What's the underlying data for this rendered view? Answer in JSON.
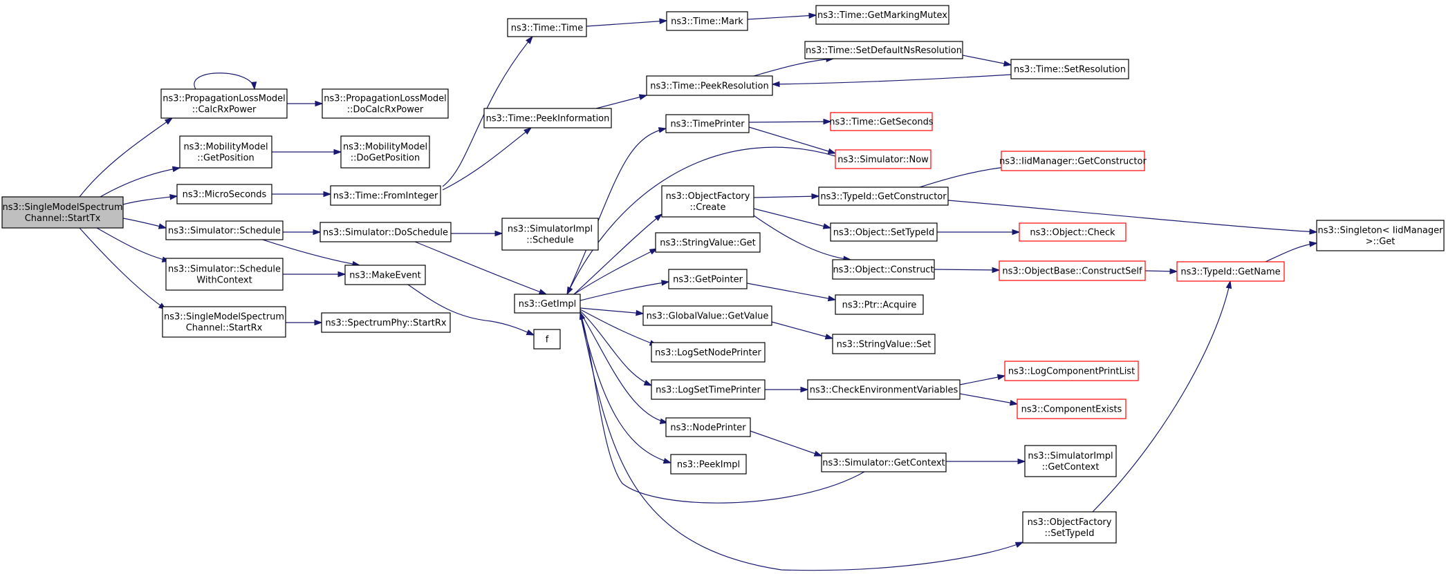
{
  "colors": {
    "edge": "#191970",
    "node_border": "#000000",
    "truncated_border": "#ff0000",
    "root_fill": "#bfbfbf",
    "node_fill": "#ffffff"
  },
  "nodes": [
    {
      "id": "root",
      "lines": [
        "ns3::SingleModelSpectrum",
        "Channel::StartTx"
      ],
      "style": "root"
    },
    {
      "id": "calcrx",
      "lines": [
        "ns3::PropagationLossModel",
        "::CalcRxPower"
      ]
    },
    {
      "id": "docalcrx",
      "lines": [
        "ns3::PropagationLossModel",
        "::DoCalcRxPower"
      ]
    },
    {
      "id": "getpos",
      "lines": [
        "ns3::MobilityModel",
        "::GetPosition"
      ]
    },
    {
      "id": "dogetpos",
      "lines": [
        "ns3::MobilityModel",
        "::DoGetPosition"
      ]
    },
    {
      "id": "micro",
      "lines": [
        "ns3::MicroSeconds"
      ]
    },
    {
      "id": "fromint",
      "lines": [
        "ns3::Time::FromInteger"
      ]
    },
    {
      "id": "schedule",
      "lines": [
        "ns3::Simulator::Schedule"
      ]
    },
    {
      "id": "doschedule",
      "lines": [
        "ns3::Simulator::DoSchedule"
      ]
    },
    {
      "id": "schedwc",
      "lines": [
        "ns3::Simulator::Schedule",
        "WithContext"
      ]
    },
    {
      "id": "makeevent",
      "lines": [
        "ns3::MakeEvent"
      ]
    },
    {
      "id": "startrx",
      "lines": [
        "ns3::SingleModelSpectrum",
        "Channel::StartRx"
      ]
    },
    {
      "id": "phystartrx",
      "lines": [
        "ns3::SpectrumPhy::StartRx"
      ]
    },
    {
      "id": "simimplsched",
      "lines": [
        "ns3::SimulatorImpl",
        "::Schedule"
      ]
    },
    {
      "id": "getimpl",
      "lines": [
        "ns3::GetImpl"
      ]
    },
    {
      "id": "f",
      "lines": [
        "f"
      ]
    },
    {
      "id": "timetime",
      "lines": [
        "ns3::Time::Time"
      ]
    },
    {
      "id": "peekinfo",
      "lines": [
        "ns3::Time::PeekInformation"
      ]
    },
    {
      "id": "timemark",
      "lines": [
        "ns3::Time::Mark"
      ]
    },
    {
      "id": "getmarkmutex",
      "lines": [
        "ns3::Time::GetMarkingMutex"
      ]
    },
    {
      "id": "peekres",
      "lines": [
        "ns3::Time::PeekResolution"
      ]
    },
    {
      "id": "setdefres",
      "lines": [
        "ns3::Time::SetDefaultNsResolution"
      ]
    },
    {
      "id": "setres",
      "lines": [
        "ns3::Time::SetResolution"
      ]
    },
    {
      "id": "timeprinter",
      "lines": [
        "ns3::TimePrinter"
      ]
    },
    {
      "id": "getseconds",
      "lines": [
        "ns3::Time::GetSeconds"
      ],
      "style": "red"
    },
    {
      "id": "simnow",
      "lines": [
        "ns3::Simulator::Now"
      ],
      "style": "red"
    },
    {
      "id": "objfactcreate",
      "lines": [
        "ns3::ObjectFactory",
        "::Create"
      ]
    },
    {
      "id": "iidgetctor",
      "lines": [
        "ns3::IidManager::GetConstructor"
      ],
      "style": "red"
    },
    {
      "id": "typeidgetctor",
      "lines": [
        "ns3::TypeId::GetConstructor"
      ]
    },
    {
      "id": "singleton",
      "lines": [
        "ns3::Singleton< IidManager",
        " >::Get"
      ]
    },
    {
      "id": "objsettypeid",
      "lines": [
        "ns3::Object::SetTypeId"
      ]
    },
    {
      "id": "objcheck",
      "lines": [
        "ns3::Object::Check"
      ],
      "style": "red"
    },
    {
      "id": "strvalget",
      "lines": [
        "ns3::StringValue::Get"
      ]
    },
    {
      "id": "getpointer",
      "lines": [
        "ns3::GetPointer"
      ]
    },
    {
      "id": "objconstruct",
      "lines": [
        "ns3::Object::Construct"
      ]
    },
    {
      "id": "objbaseconstruct",
      "lines": [
        "ns3::ObjectBase::ConstructSelf"
      ],
      "style": "red"
    },
    {
      "id": "typeidgetname",
      "lines": [
        "ns3::TypeId::GetName"
      ],
      "style": "red"
    },
    {
      "id": "ptracquire",
      "lines": [
        "ns3::Ptr::Acquire"
      ]
    },
    {
      "id": "globalvalget",
      "lines": [
        "ns3::GlobalValue::GetValue"
      ]
    },
    {
      "id": "strvalset",
      "lines": [
        "ns3::StringValue::Set"
      ]
    },
    {
      "id": "logsetnode",
      "lines": [
        "ns3::LogSetNodePrinter"
      ]
    },
    {
      "id": "logsettime",
      "lines": [
        "ns3::LogSetTimePrinter"
      ]
    },
    {
      "id": "checkenv",
      "lines": [
        "ns3::CheckEnvironmentVariables"
      ]
    },
    {
      "id": "logcomplist",
      "lines": [
        "ns3::LogComponentPrintList"
      ],
      "style": "red"
    },
    {
      "id": "compexists",
      "lines": [
        "ns3::ComponentExists"
      ],
      "style": "red"
    },
    {
      "id": "nodeprinter",
      "lines": [
        "ns3::NodePrinter"
      ]
    },
    {
      "id": "simgetctx",
      "lines": [
        "ns3::Simulator::GetContext"
      ]
    },
    {
      "id": "simimplgetctx",
      "lines": [
        "ns3::SimulatorImpl",
        "::GetContext"
      ]
    },
    {
      "id": "peekimpl",
      "lines": [
        "ns3::PeekImpl"
      ]
    },
    {
      "id": "objfactsettype",
      "lines": [
        "ns3::ObjectFactory",
        "::SetTypeId"
      ]
    }
  ]
}
